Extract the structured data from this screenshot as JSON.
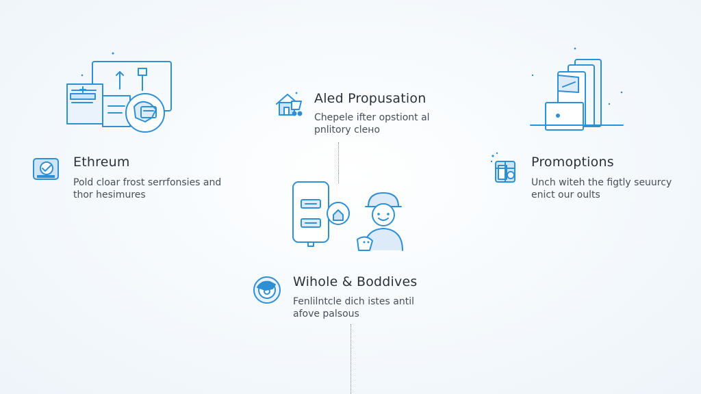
{
  "colors": {
    "accent": "#2e8fd4",
    "accent_light": "#9dccec",
    "icon_fill": "#dcebf7",
    "text_heading": "#2b3138",
    "text_body": "#474e56",
    "connector": "#7c8590"
  },
  "features": [
    {
      "icon": "house-cart-icon",
      "title": "Aled Propusation",
      "desc_lines": [
        "Chepele ifter opstiont al",
        "pnlitory clено"
      ]
    },
    {
      "icon": "badge-card-icon",
      "title": "Ethreum",
      "desc_lines": [
        "Pold cloar frost serrfonsies and",
        "thor hesimures"
      ]
    },
    {
      "icon": "gift-box-icon",
      "title": "Promoptions",
      "desc_lines": [
        "Unch witeh the figtly seuurcy",
        "enict our oults"
      ]
    },
    {
      "icon": "gear-wheel-icon",
      "title": "Wihole & Boddives",
      "desc_lines": [
        "Fenlilntcle dich istes antil",
        "afove palsous"
      ]
    }
  ],
  "illustrations": [
    "documents-monitor-illustration",
    "phone-and-worker-illustration",
    "tablets-stack-illustration"
  ]
}
